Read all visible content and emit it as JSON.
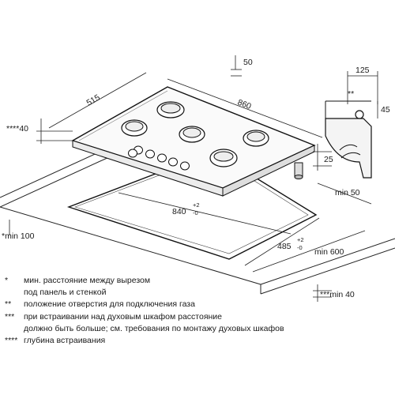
{
  "dimensions": {
    "cooktop_width": "860",
    "cooktop_depth": "515",
    "knob_zone_offset": "50",
    "install_depth": "****40",
    "side_clearance_top": "125",
    "gas_pipe_marker": "**",
    "gas_pipe_height": "45",
    "gas_pipe_drop": "25",
    "min_side": "min 50",
    "cutout_width": "840",
    "cutout_width_tol_plus": "+2",
    "cutout_width_tol_minus": "-0",
    "cutout_depth": "485",
    "cutout_depth_tol_plus": "+2",
    "cutout_depth_tol_minus": "-0",
    "min_front": "*min 100",
    "min_depth": "min 600",
    "min_bottom": "***min 40"
  },
  "legend": [
    {
      "mark": "*",
      "text": "мин. расстояние между вырезом"
    },
    {
      "mark": "",
      "text": "под панель и стенкой"
    },
    {
      "mark": "**",
      "text": "положение отверстия для подключения газа"
    },
    {
      "mark": "***",
      "text": "при встраивании над духовым шкафом расстояние"
    },
    {
      "mark": "",
      "text": "должно быть больше; см. требования по монтажу духовых шкафов"
    },
    {
      "mark": "****",
      "text": "глубина встраивания"
    }
  ]
}
